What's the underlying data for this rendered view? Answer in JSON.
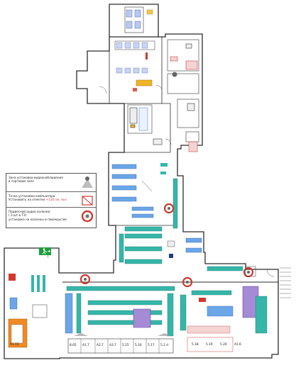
{
  "legend": {
    "rows": [
      {
        "lines": [
          "Зона установки видеонаблюдения",
          "в торговом зале"
        ],
        "icon": "ceiling-camera-icon"
      },
      {
        "lines": [
          "Точка установки компьютера",
          "Установить на отметке"
        ],
        "dim": "+120 см. пол",
        "icon": "computer-point-icon"
      },
      {
        "lines": [
          "Подвесной аудио колонки",
          "( 3 шт в ТЗ)",
          "установка на колонны и перекрытие"
        ],
        "icon": "speaker-icon"
      }
    ]
  },
  "colors": {
    "wall": "#2b2b2b",
    "equipment": "#35b6a8",
    "shelving": "#6aa6e8",
    "speaker_ring": "#d0392d",
    "orange_zone": "#f08a24",
    "exit_sign": "#1c9e3a",
    "camera_fov": "#9a9a9a"
  },
  "room_labels": [
    "8.65",
    "A1.7",
    "A2.7",
    "A3.7",
    "5.15",
    "5.16",
    "5.17",
    "5.2 d",
    "5.18",
    "5.19",
    "5.20",
    "A1.15",
    "A1.6"
  ]
}
